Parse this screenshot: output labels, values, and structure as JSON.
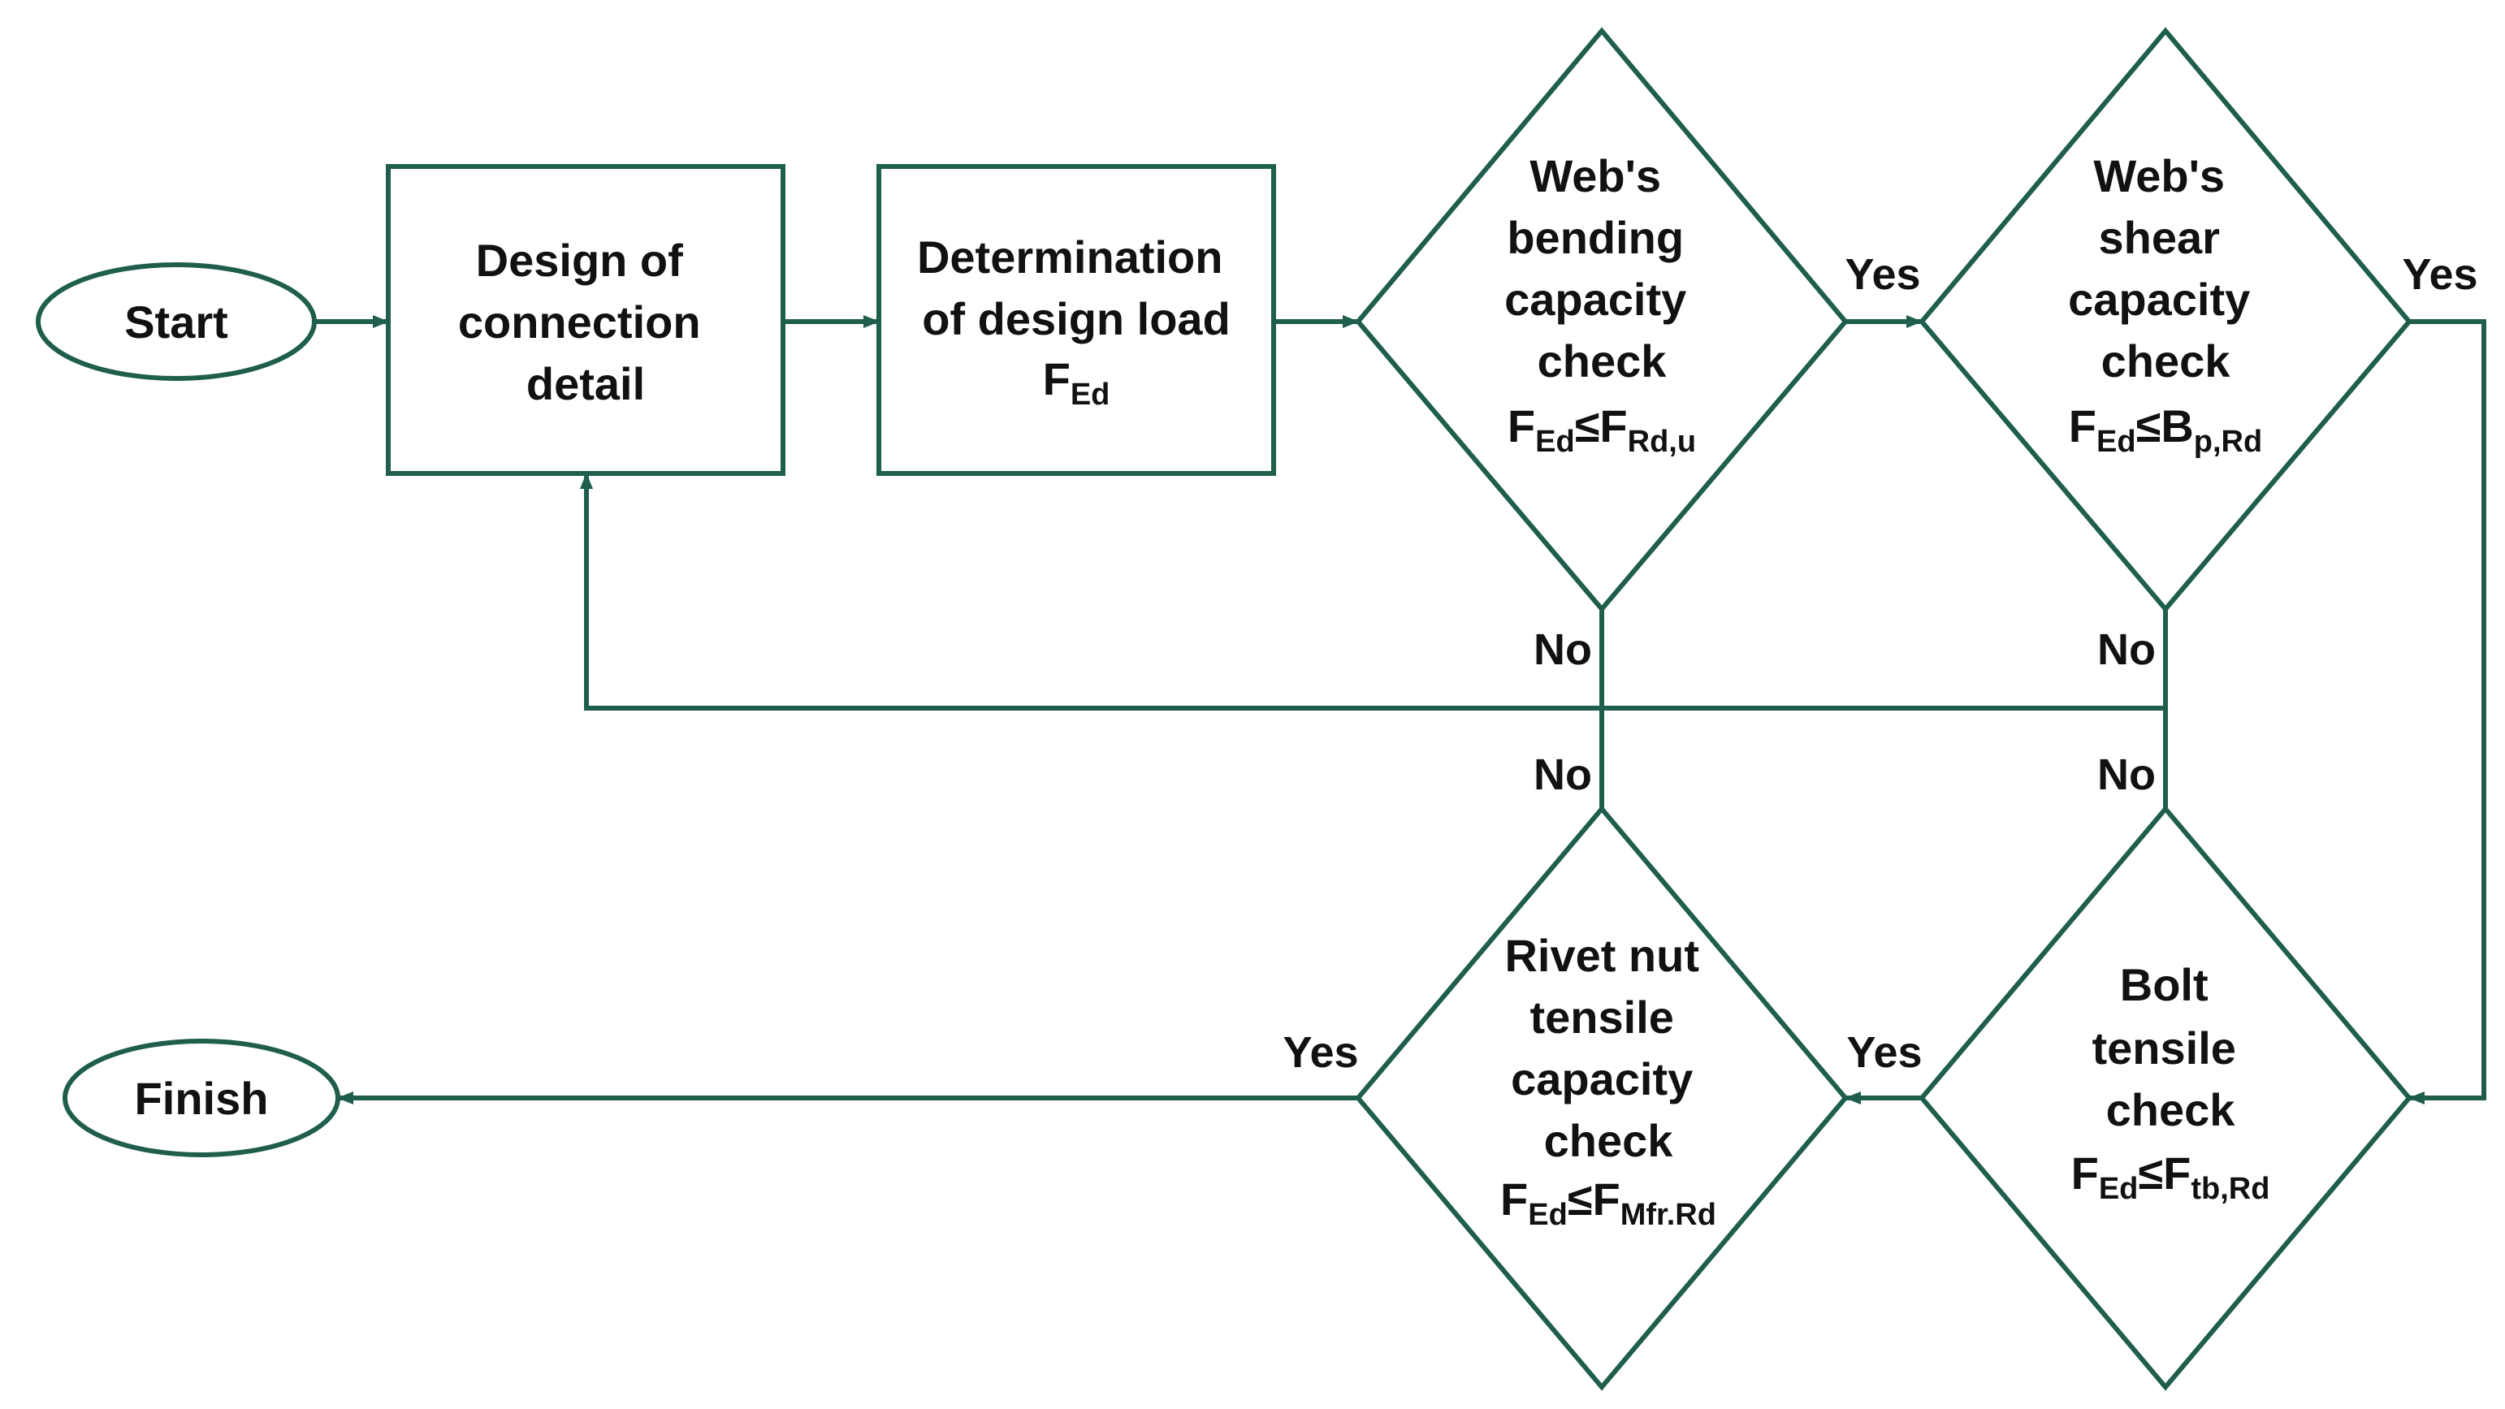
{
  "colors": {
    "stroke": "#1f5e4c",
    "text": "#111111",
    "background": "#ffffff"
  },
  "nodes": {
    "start": {
      "label": "Start"
    },
    "design": {
      "lines": [
        "Design of",
        "connection",
        "detail"
      ]
    },
    "load": {
      "lines": [
        "Determination",
        "of design load"
      ],
      "sym": "F",
      "sym_sub": "Ed"
    },
    "web_bending": {
      "lines": [
        "Web's",
        "bending",
        "capacity",
        "check"
      ],
      "lhs": "F",
      "lhs_sub": "Ed",
      "op": "≤",
      "rhs": "F",
      "rhs_sub": "Rd,u"
    },
    "web_shear": {
      "lines": [
        "Web's",
        "shear",
        "capacity",
        "check"
      ],
      "lhs": "F",
      "lhs_sub": "Ed",
      "op": "≤",
      "rhs": "B",
      "rhs_sub": "p,Rd"
    },
    "rivet_nut": {
      "lines": [
        "Rivet nut",
        "tensile",
        "capacity",
        "check"
      ],
      "lhs": "F",
      "lhs_sub": "Ed",
      "op": "≤",
      "rhs": "F",
      "rhs_sub": "Mfr.Rd"
    },
    "bolt": {
      "lines": [
        "Bolt",
        "tensile",
        "check"
      ],
      "lhs": "F",
      "lhs_sub": "Ed",
      "op": "≤",
      "rhs": "F",
      "rhs_sub": "tb,Rd"
    },
    "finish": {
      "label": "Finish"
    }
  },
  "edge_labels": {
    "bending_yes": "Yes",
    "shear_yes": "Yes",
    "bending_no": "No",
    "shear_no": "No",
    "rivet_no": "No",
    "bolt_no": "No",
    "bolt_yes": "Yes",
    "rivet_yes": "Yes"
  }
}
